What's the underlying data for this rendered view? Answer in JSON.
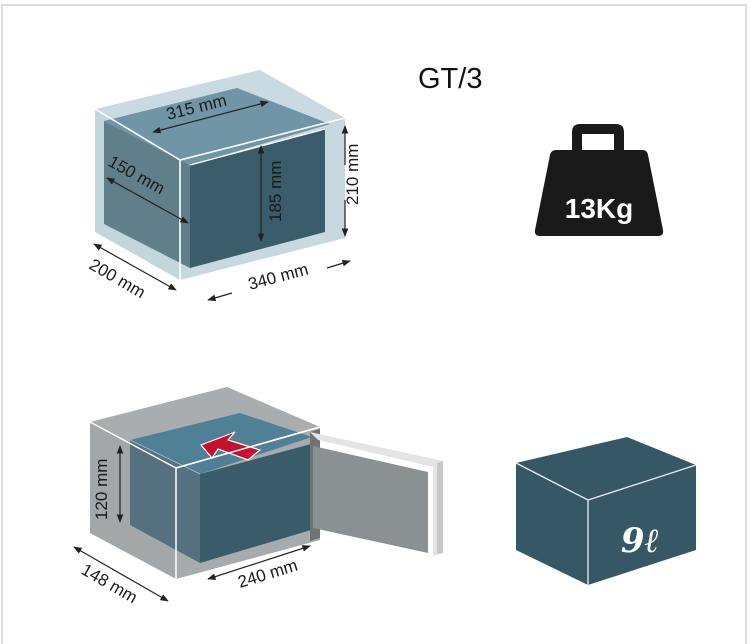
{
  "title": "GT/3",
  "colors": {
    "outer_translucent": "#c7d8e0",
    "top_inner": "#6f95a6",
    "side_inner": "#5f7f89",
    "front_inner": "#3b5d6b",
    "gray_shell": "#a7abad",
    "gray_dark": "#8f9497",
    "door_face": "#8b9193",
    "door_frame": "#e6e6e6",
    "arrow_red": "#c8102e",
    "weight_icon": "#1a1a1a",
    "volume_box": "#365866"
  },
  "external_dimensions": {
    "width": "340 mm",
    "depth": "200 mm",
    "height": "210 mm"
  },
  "internal_dimensions": {
    "width": "315 mm",
    "depth": "150 mm",
    "height": "185 mm"
  },
  "shelf_dimensions": {
    "width": "240 mm",
    "depth": "148 mm",
    "height": "120 mm"
  },
  "weight": {
    "icon": "weight-icon",
    "label": "13Kg"
  },
  "volume": {
    "icon": "volume-box-icon",
    "label": "9ℓ"
  }
}
